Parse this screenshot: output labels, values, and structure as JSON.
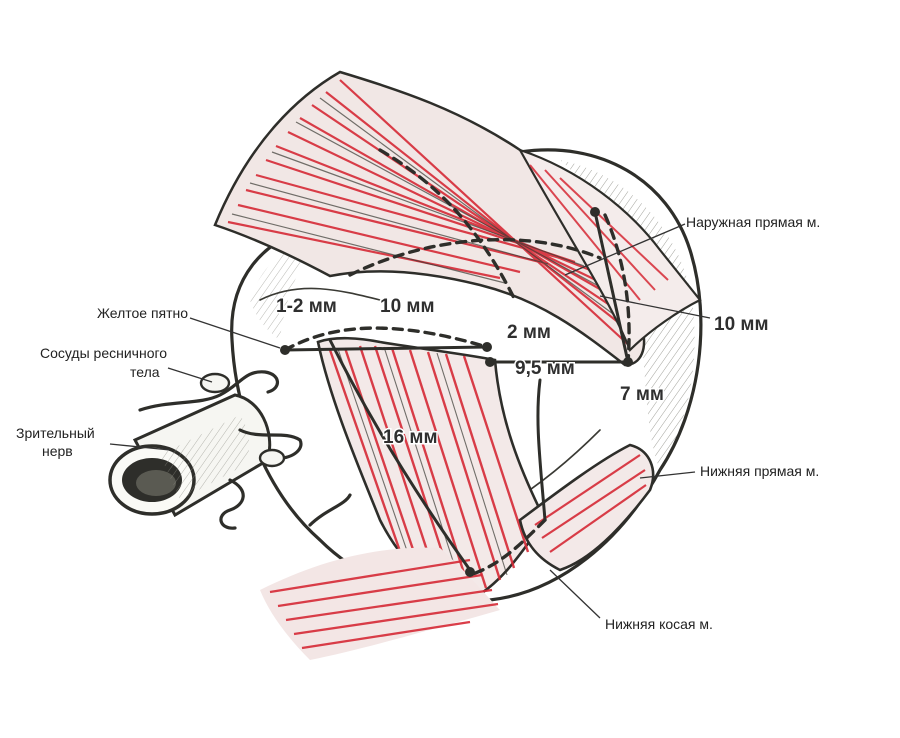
{
  "labels": {
    "lateral_rectus": "Наружная прямая м.",
    "macula": "Желтое пятно",
    "ciliary_vessels_line1": "Сосуды ресничного",
    "ciliary_vessels_line2": "тела",
    "optic_nerve_line1": "Зрительный",
    "optic_nerve_line2": "нерв",
    "inferior_rectus": "Нижняя прямая м.",
    "inferior_oblique": "Нижняя косая м."
  },
  "measurements": {
    "m_1_2": "1-2 мм",
    "m_10_top": "10 мм",
    "m_2": "2 мм",
    "m_10_right": "10 мм",
    "m_9_5": "9,5 мм",
    "m_7": "7 мм",
    "m_16": "16 мм"
  },
  "colors": {
    "muscle_red": "#d62a36",
    "ink": "#2e2e2a",
    "globe_fill": "#f4f4f0"
  }
}
